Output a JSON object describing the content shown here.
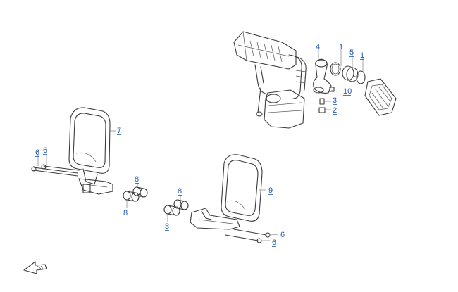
{
  "callouts": [
    {
      "id": "c1a",
      "text": "1"
    },
    {
      "id": "c1b",
      "text": "1"
    },
    {
      "id": "c2",
      "text": "2"
    },
    {
      "id": "c3",
      "text": "3"
    },
    {
      "id": "c4",
      "text": "4"
    },
    {
      "id": "c5",
      "text": "5"
    },
    {
      "id": "c6a",
      "text": "6"
    },
    {
      "id": "c6b",
      "text": "6"
    },
    {
      "id": "c6c",
      "text": "6"
    },
    {
      "id": "c6d",
      "text": "6"
    },
    {
      "id": "c7",
      "text": "7"
    },
    {
      "id": "c8a",
      "text": "8"
    },
    {
      "id": "c8b",
      "text": "8"
    },
    {
      "id": "c8c",
      "text": "8"
    },
    {
      "id": "c8d",
      "text": "8"
    },
    {
      "id": "c9",
      "text": "9"
    },
    {
      "id": "c10",
      "text": "10"
    }
  ],
  "colors": {
    "callout": "#1e5aa8",
    "line": "#3a3a3a",
    "background": "#ffffff"
  },
  "icons": {
    "direction_arrow": "front-direction-arrow-icon"
  }
}
